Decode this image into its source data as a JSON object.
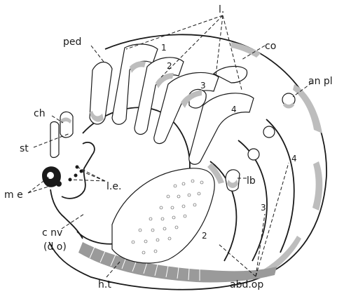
{
  "labels": {
    "l": "l.",
    "co": "co",
    "ped": "ped",
    "an_pl": "an pl",
    "ch": "ch",
    "st": "st",
    "le": "l.e.",
    "me": "m e",
    "lb": "lb",
    "cnv": "c nv",
    "do": "(d o)",
    "ht": "h.t",
    "abd_op": "abd.op"
  },
  "numerals": {
    "leg1": "1",
    "leg2": "2",
    "leg3": "3",
    "leg4": "4",
    "abd4": "4",
    "abd3": "3",
    "abd2": "2"
  }
}
